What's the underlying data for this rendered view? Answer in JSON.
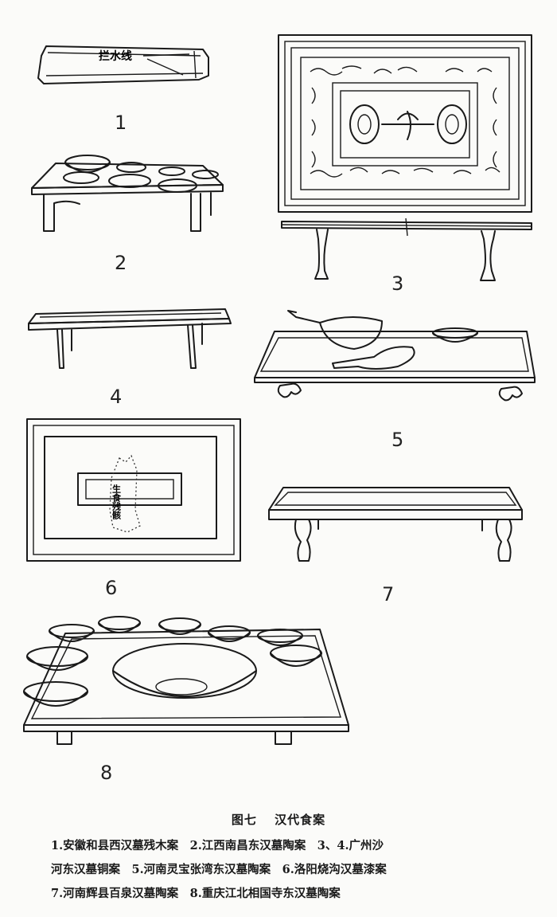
{
  "figure": {
    "items": [
      {
        "number": "1",
        "label": "拦水线"
      },
      {
        "number": "2"
      },
      {
        "number": "3"
      },
      {
        "number": "4"
      },
      {
        "number": "5"
      },
      {
        "number": "6",
        "label": "生食残骸"
      },
      {
        "number": "7"
      },
      {
        "number": "8"
      }
    ]
  },
  "caption": {
    "title": "图七　 汉代食案",
    "lines": [
      "1.安徽和县西汉墓残木案　2.江西南昌东汉墓陶案　3、4.广州沙",
      "河东汉墓铜案　5.河南灵宝张湾东汉墓陶案　6.洛阳烧沟汉墓漆案",
      "7.河南辉县百泉汉墓陶案　8.重庆江北相国寺东汉墓陶案"
    ]
  }
}
